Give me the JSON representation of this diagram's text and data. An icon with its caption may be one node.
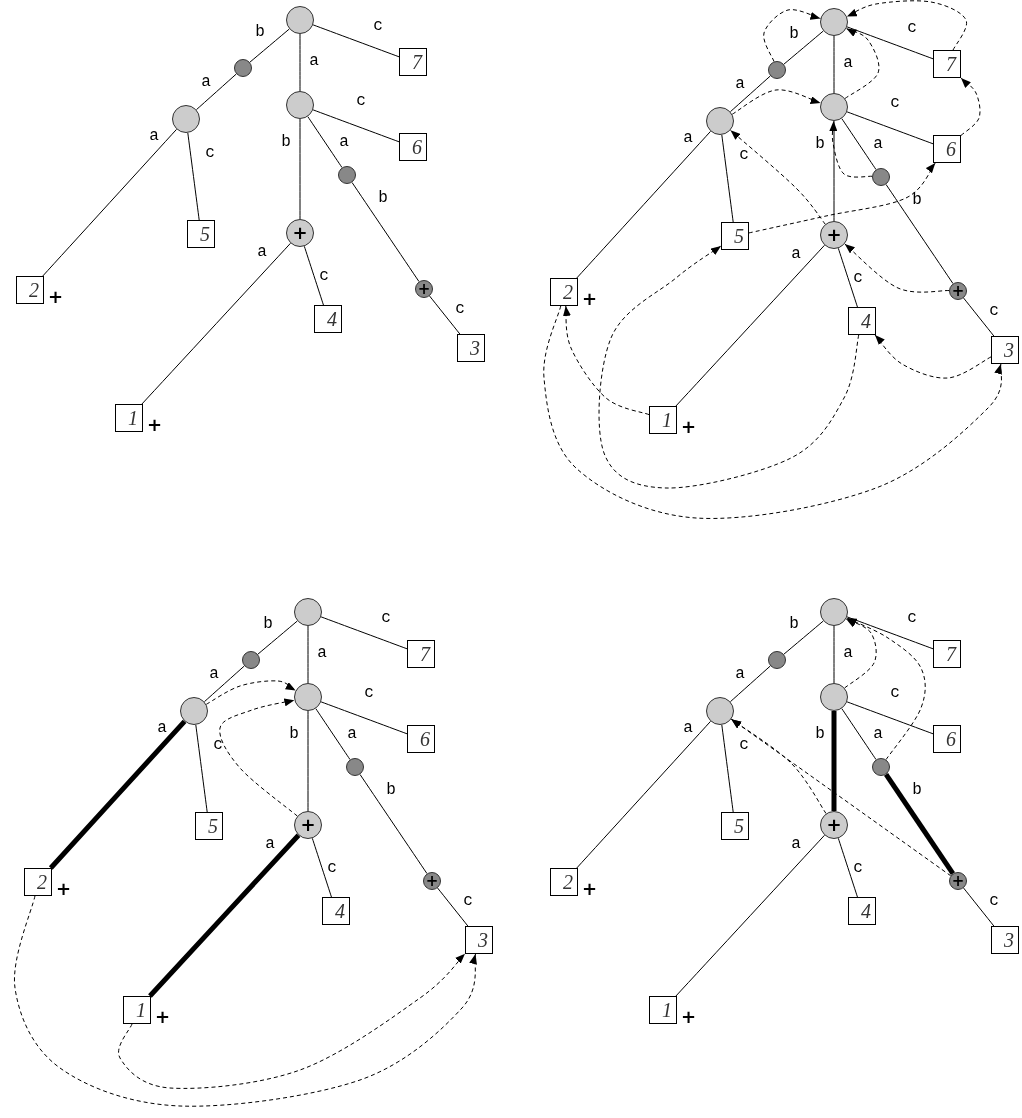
{
  "diagram": {
    "nodes": [
      {
        "text": [],
        "shape": "circle"
      },
      {
        "text": [],
        "shape": "circle"
      },
      {
        "text": [],
        "shape": "circle"
      },
      {
        "text": [
          "2"
        ],
        "beside": [
          "+"
        ]
      },
      {
        "text": [
          "5"
        ]
      },
      {
        "text": [
          "7"
        ]
      },
      {
        "text": [],
        "shape": "circle"
      },
      {
        "text": [
          "6"
        ]
      },
      {
        "text": [],
        "shape": "circle"
      },
      {
        "text": [
          "+"
        ]
      },
      {
        "text": [
          "3"
        ]
      },
      {
        "text": [
          "+"
        ]
      },
      {
        "text": [
          "1"
        ],
        "beside": [
          "+"
        ]
      },
      {
        "text": [
          "4"
        ]
      },
      {
        "text": [],
        "shape": "circle"
      },
      {
        "text": [],
        "shape": "circle"
      },
      {
        "text": [],
        "shape": "circle"
      },
      {
        "text": [
          "2"
        ],
        "beside": [
          "+"
        ]
      },
      {
        "text": [
          "5"
        ]
      },
      {
        "text": [
          "7"
        ]
      },
      {
        "text": [],
        "shape": "circle"
      },
      {
        "text": [
          "6"
        ]
      },
      {
        "text": [],
        "shape": "circle"
      },
      {
        "text": [
          "+"
        ]
      },
      {
        "text": [
          "3"
        ]
      },
      {
        "text": [
          "+"
        ]
      },
      {
        "text": [
          "1"
        ],
        "beside": [
          "+"
        ]
      },
      {
        "text": [
          "4"
        ]
      },
      {
        "text": [],
        "shape": "circle"
      },
      {
        "text": [],
        "shape": "circle"
      },
      {
        "text": [],
        "shape": "circle"
      },
      {
        "text": [
          "2"
        ],
        "beside": [
          "+"
        ]
      },
      {
        "text": [
          "5"
        ]
      },
      {
        "text": [
          "7"
        ]
      },
      {
        "text": [],
        "shape": "circle"
      },
      {
        "text": [
          "6"
        ]
      },
      {
        "text": [],
        "shape": "circle"
      },
      {
        "text": [
          "+"
        ]
      },
      {
        "text": [
          "3"
        ]
      },
      {
        "text": [
          "+"
        ]
      },
      {
        "text": [
          "1"
        ],
        "beside": [
          "+"
        ]
      },
      {
        "text": [
          "4"
        ]
      },
      {
        "text": [],
        "shape": "circle"
      },
      {
        "text": [],
        "shape": "circle"
      },
      {
        "text": [],
        "shape": "circle"
      },
      {
        "text": [
          "2"
        ],
        "beside": [
          "+"
        ]
      },
      {
        "text": [
          "5"
        ]
      },
      {
        "text": [
          "7"
        ]
      },
      {
        "text": [],
        "shape": "circle"
      },
      {
        "text": [
          "6"
        ]
      },
      {
        "text": [],
        "shape": "circle"
      },
      {
        "text": [
          "+"
        ]
      },
      {
        "text": [
          "3"
        ]
      },
      {
        "text": [
          "+"
        ]
      },
      {
        "text": [
          "1"
        ],
        "beside": [
          "+"
        ]
      },
      {
        "text": [
          "4"
        ]
      }
    ],
    "edges": [
      {
        "from": 0,
        "to": 1,
        "arrow": "none",
        "label": "b"
      },
      {
        "from": 1,
        "to": 2,
        "arrow": "none",
        "label": "a"
      },
      {
        "from": 2,
        "to": 3,
        "arrow": "none",
        "label": "a"
      },
      {
        "from": 2,
        "to": 4,
        "arrow": "none",
        "label": "c"
      },
      {
        "from": 0,
        "to": 5,
        "arrow": "none",
        "label": "c"
      },
      {
        "from": 0,
        "to": 6,
        "arrow": "none",
        "label": "a"
      },
      {
        "from": 6,
        "to": 7,
        "arrow": "none",
        "label": "c"
      },
      {
        "from": 6,
        "to": 8,
        "arrow": "none",
        "label": "a"
      },
      {
        "from": 8,
        "to": 9,
        "arrow": "none",
        "label": "b"
      },
      {
        "from": 9,
        "to": 10,
        "arrow": "none",
        "label": "c"
      },
      {
        "from": 6,
        "to": 11,
        "arrow": "none",
        "label": "b"
      },
      {
        "from": 11,
        "to": 12,
        "arrow": "none",
        "label": "a"
      },
      {
        "from": 11,
        "to": 13,
        "arrow": "none",
        "label": "c"
      },
      {
        "from": 14,
        "to": 15,
        "arrow": "none",
        "label": "b"
      },
      {
        "from": 15,
        "to": 16,
        "arrow": "none",
        "label": "a"
      },
      {
        "from": 16,
        "to": 17,
        "arrow": "none",
        "label": "a"
      },
      {
        "from": 16,
        "to": 18,
        "arrow": "none",
        "label": "c"
      },
      {
        "from": 14,
        "to": 19,
        "arrow": "none",
        "label": "c"
      },
      {
        "from": 14,
        "to": 20,
        "arrow": "none",
        "label": "a"
      },
      {
        "from": 20,
        "to": 21,
        "arrow": "none",
        "label": "c"
      },
      {
        "from": 20,
        "to": 22,
        "arrow": "none",
        "label": "a"
      },
      {
        "from": 22,
        "to": 23,
        "arrow": "none",
        "label": "b"
      },
      {
        "from": 23,
        "to": 24,
        "arrow": "none",
        "label": "c"
      },
      {
        "from": 20,
        "to": 25,
        "arrow": "none",
        "label": "b"
      },
      {
        "from": 25,
        "to": 26,
        "arrow": "none",
        "label": "a"
      },
      {
        "from": 25,
        "to": 27,
        "arrow": "none",
        "label": "c"
      },
      {
        "from": 15,
        "to": 14,
        "arrow": "to",
        "style": "dashed"
      },
      {
        "from": 19,
        "to": 14,
        "arrow": "to",
        "style": "dashed"
      },
      {
        "from": 20,
        "to": 14,
        "arrow": "to",
        "style": "dashed"
      },
      {
        "from": 16,
        "to": 20,
        "arrow": "to",
        "style": "dashed"
      },
      {
        "from": 21,
        "to": 19,
        "arrow": "to",
        "style": "dashed"
      },
      {
        "from": 22,
        "to": 20,
        "arrow": "to",
        "style": "dashed"
      },
      {
        "from": 18,
        "to": 21,
        "arrow": "to",
        "style": "dashed"
      },
      {
        "from": 25,
        "to": 16,
        "arrow": "to",
        "style": "dashed"
      },
      {
        "from": 23,
        "to": 25,
        "arrow": "to",
        "style": "dashed"
      },
      {
        "from": 26,
        "to": 17,
        "arrow": "to",
        "style": "dashed"
      },
      {
        "from": 27,
        "to": 18,
        "arrow": "to",
        "style": "dashed"
      },
      {
        "from": 24,
        "to": 27,
        "arrow": "to",
        "style": "dashed"
      },
      {
        "from": 17,
        "to": 24,
        "arrow": "to",
        "style": "dashed"
      },
      {
        "from": 28,
        "to": 29,
        "arrow": "none",
        "label": "b"
      },
      {
        "from": 29,
        "to": 30,
        "arrow": "none",
        "label": "a"
      },
      {
        "from": 30,
        "to": 31,
        "arrow": "none",
        "label": "a",
        "style": "thick"
      },
      {
        "from": 30,
        "to": 32,
        "arrow": "none",
        "label": "c"
      },
      {
        "from": 28,
        "to": 33,
        "arrow": "none",
        "label": "c"
      },
      {
        "from": 28,
        "to": 34,
        "arrow": "none",
        "label": "a"
      },
      {
        "from": 34,
        "to": 35,
        "arrow": "none",
        "label": "c"
      },
      {
        "from": 34,
        "to": 36,
        "arrow": "none",
        "label": "a"
      },
      {
        "from": 36,
        "to": 37,
        "arrow": "none",
        "label": "b"
      },
      {
        "from": 37,
        "to": 38,
        "arrow": "none",
        "label": "c"
      },
      {
        "from": 34,
        "to": 39,
        "arrow": "none",
        "label": "b"
      },
      {
        "from": 39,
        "to": 40,
        "arrow": "none",
        "label": "a",
        "style": "thick"
      },
      {
        "from": 39,
        "to": 41,
        "arrow": "none",
        "label": "c"
      },
      {
        "from": 30,
        "to": 34,
        "arrow": "to",
        "style": "dashed"
      },
      {
        "from": 39,
        "to": 34,
        "arrow": "to",
        "style": "dashed"
      },
      {
        "from": 40,
        "to": 38,
        "arrow": "to",
        "style": "dashed"
      },
      {
        "from": 31,
        "to": 38,
        "arrow": "to",
        "style": "dashed"
      },
      {
        "from": 42,
        "to": 43,
        "arrow": "none",
        "label": "b"
      },
      {
        "from": 43,
        "to": 44,
        "arrow": "none",
        "label": "a"
      },
      {
        "from": 44,
        "to": 45,
        "arrow": "none",
        "label": "a"
      },
      {
        "from": 44,
        "to": 46,
        "arrow": "none",
        "label": "c"
      },
      {
        "from": 42,
        "to": 47,
        "arrow": "none",
        "label": "c"
      },
      {
        "from": 42,
        "to": 48,
        "arrow": "none",
        "label": "a"
      },
      {
        "from": 48,
        "to": 49,
        "arrow": "none",
        "label": "c"
      },
      {
        "from": 48,
        "to": 50,
        "arrow": "none",
        "label": "a"
      },
      {
        "from": 50,
        "to": 51,
        "arrow": "none",
        "label": "b",
        "style": "thick"
      },
      {
        "from": 51,
        "to": 52,
        "arrow": "none",
        "label": "c"
      },
      {
        "from": 48,
        "to": 53,
        "arrow": "none",
        "label": "b",
        "style": "thick"
      },
      {
        "from": 53,
        "to": 54,
        "arrow": "none",
        "label": "a"
      },
      {
        "from": 53,
        "to": 55,
        "arrow": "none",
        "label": "c"
      },
      {
        "from": 48,
        "to": 42,
        "arrow": "to",
        "style": "dashed"
      },
      {
        "from": 50,
        "to": 42,
        "arrow": "to",
        "style": "dashed"
      },
      {
        "from": 53,
        "to": 44,
        "arrow": "to",
        "style": "dashed"
      },
      {
        "from": 51,
        "to": 44,
        "arrow": "to",
        "style": "dashed"
      }
    ]
  }
}
